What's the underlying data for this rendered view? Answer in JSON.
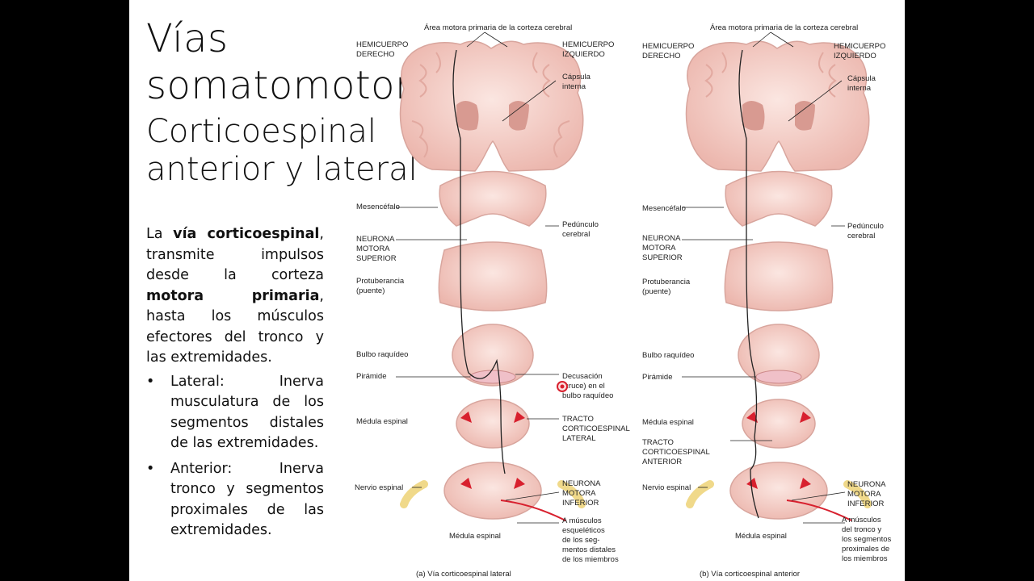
{
  "slide": {
    "title_line1": "Vías",
    "title_line2": "somatomotoras:",
    "subtitle_line1": "Corticoespinal",
    "subtitle_line2": "anterior y lateral",
    "para_prefix": "La",
    "para_bold1": "vía corticoespinal",
    "para_mid": ", transmite impulsos desde la corteza",
    "para_bold2": "motora primaria",
    "para_suffix": ", hasta los músculos efectores del tronco y las extremidades.",
    "bullets": [
      {
        "symbol": "•",
        "text": "Lateral: Inerva musculatura de los segmentos distales de las extremidades."
      },
      {
        "symbol": "•",
        "text": "Anterior: Inerva tronco y segmentos proximales de las extremidades."
      }
    ]
  },
  "diagram_a": {
    "top_label": "Área motora primaria de la corteza cerebral",
    "hemi_right": [
      "HEMICUERPO",
      "DERECHO"
    ],
    "hemi_left": [
      "HEMICUERPO",
      "IZQUIERDO"
    ],
    "capsula": [
      "Cápsula",
      "interna"
    ],
    "mesencefalo": "Mesencéfalo",
    "pedunculo": [
      "Pedúnculo",
      "cerebral"
    ],
    "neurona_superior": [
      "NEURONA",
      "MOTORA",
      "SUPERIOR"
    ],
    "protuberancia": [
      "Protuberancia",
      "(puente)"
    ],
    "bulbo": "Bulbo raquídeo",
    "piramide": "Pirámide",
    "decusacion": [
      "Decusación",
      "(cruce) en el",
      "bulbo raquídeo"
    ],
    "medula": "Médula espinal",
    "tracto": [
      "TRACTO",
      "CORTICOESPINAL",
      "LATERAL"
    ],
    "nervio": "Nervio espinal",
    "neurona_inferior": [
      "NEURONA",
      "MOTORA",
      "INFERIOR"
    ],
    "medula_bottom": "Médula espinal",
    "musculos": [
      "A músculos",
      "esqueléticos",
      "de los seg-",
      "mentos distales",
      "de los miembros"
    ],
    "caption": "(a) Vía corticoespinal lateral"
  },
  "diagram_b": {
    "top_label": "Área motora primaria de la corteza cerebral",
    "hemi_right": [
      "HEMICUERPO",
      "DERECHO"
    ],
    "hemi_left": [
      "HEMICUERPO",
      "IZQUIERDO"
    ],
    "capsula": [
      "Cápsula",
      "interna"
    ],
    "mesencefalo": "Mesencéfalo",
    "pedunculo": [
      "Pedúnculo",
      "cerebral"
    ],
    "neurona_superior": [
      "NEURONA",
      "MOTORA",
      "SUPERIOR"
    ],
    "protuberancia": [
      "Protuberancia",
      "(puente)"
    ],
    "bulbo": "Bulbo raquídeo",
    "piramide": "Pirámide",
    "medula": "Médula espinal",
    "tracto": [
      "TRACTO",
      "CORTICOESPINAL",
      "ANTERIOR"
    ],
    "nervio": "Nervio espinal",
    "neurona_inferior": [
      "NEURONA",
      "MOTORA",
      "INFERIOR"
    ],
    "medula_bottom": "Médula espinal",
    "musculos": [
      "A músculos",
      "del tronco y",
      "los segmentos",
      "proximales de",
      "los miembros"
    ],
    "caption": "(b) Vía corticoespinal anterior"
  },
  "colors": {
    "tissue": "#f3c9c3",
    "tissue_dark": "#d99c94",
    "tract_red": "#d8202e",
    "nerve_yellow": "#f0d98a",
    "cursor": "#d8202e"
  }
}
